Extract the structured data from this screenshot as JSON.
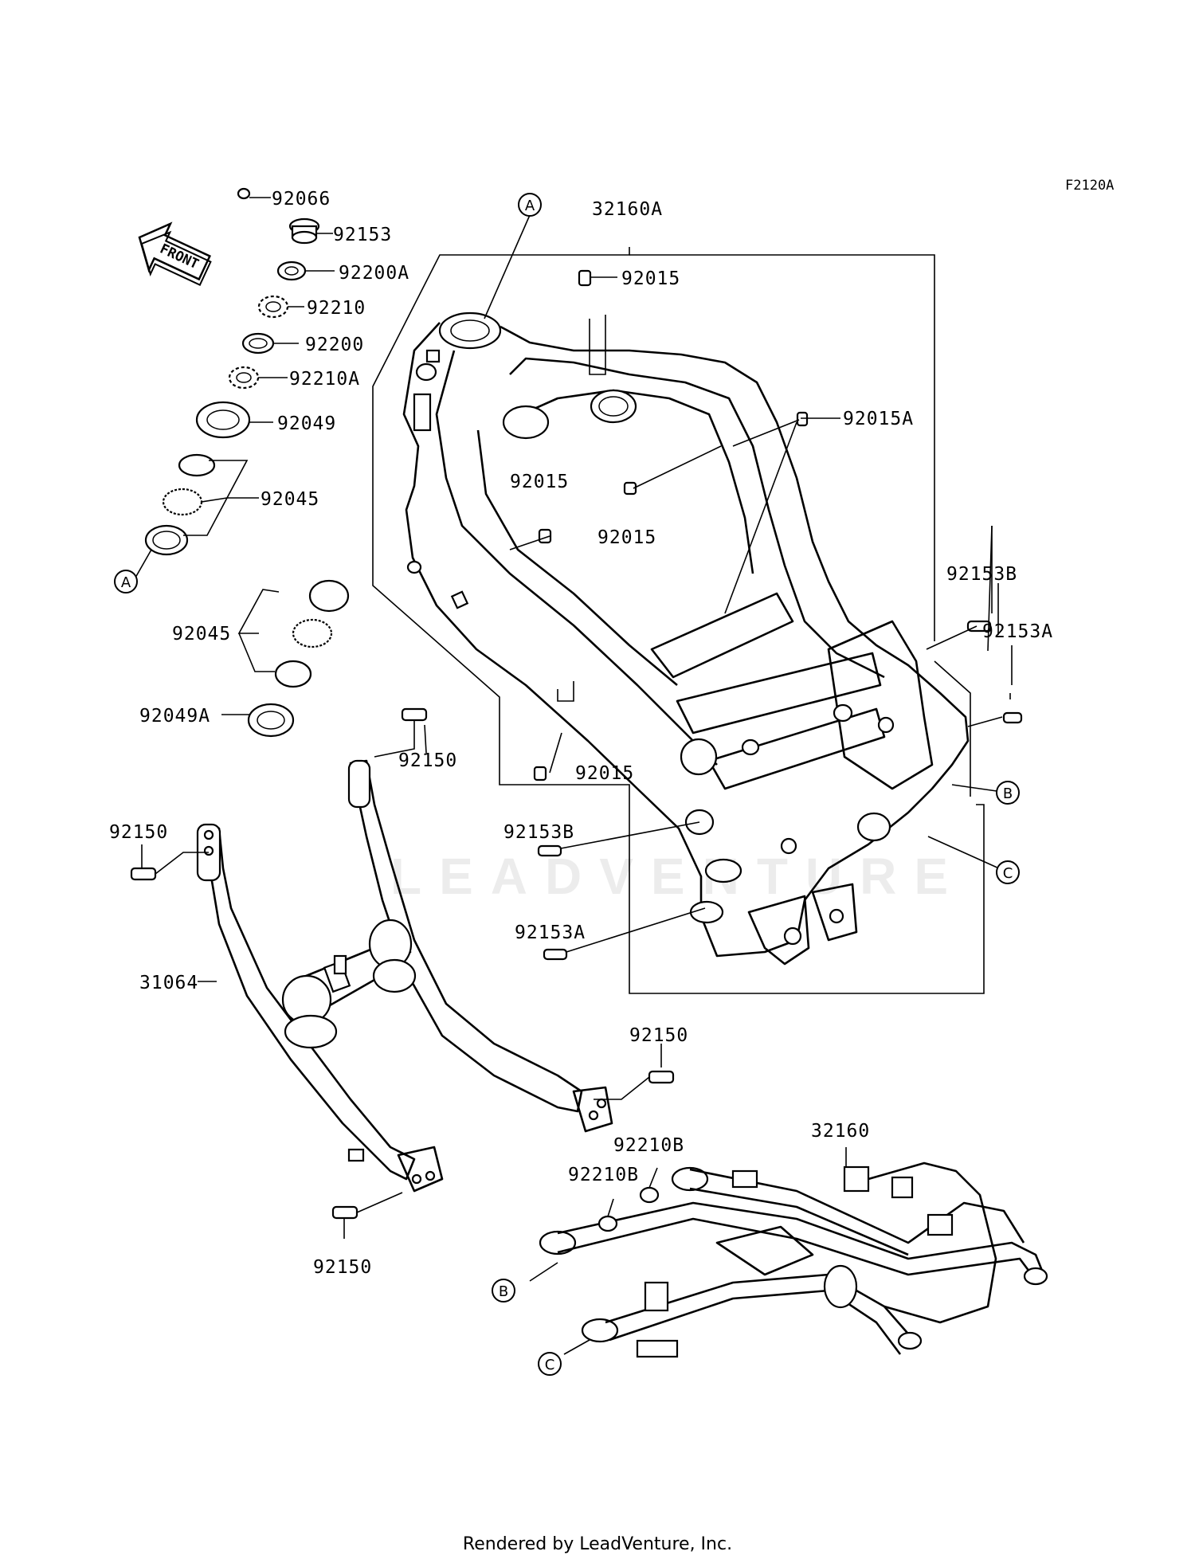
{
  "diagram_code": "F2120A",
  "front_label": "FRONT",
  "watermark": "LEADVENTURE",
  "credit": "Rendered by LeadVenture, Inc.",
  "callouts": [
    "A",
    "B",
    "C"
  ],
  "parts": {
    "p92066": "92066",
    "p92153": "92153",
    "p92200A": "92200A",
    "p92210": "92210",
    "p92200": "92200",
    "p92210A": "92210A",
    "p92049": "92049",
    "p92045a": "92045",
    "p92045b": "92045",
    "p92049A": "92049A",
    "p32160A": "32160A",
    "p92015_top": "92015",
    "p92015A": "92015A",
    "p92015_mid_left": "92015",
    "p92015_mid_right": "92015",
    "p92015_low": "92015",
    "p92153B_right": "92153B",
    "p92153A_right": "92153A",
    "p92153B_left": "92153B",
    "p92153A_left": "92153A",
    "p92150_a": "92150",
    "p92150_b": "92150",
    "p92150_c": "92150",
    "p92150_d": "92150",
    "p31064": "31064",
    "p32160": "32160",
    "p92210B_a": "92210B",
    "p92210B_b": "92210B"
  }
}
